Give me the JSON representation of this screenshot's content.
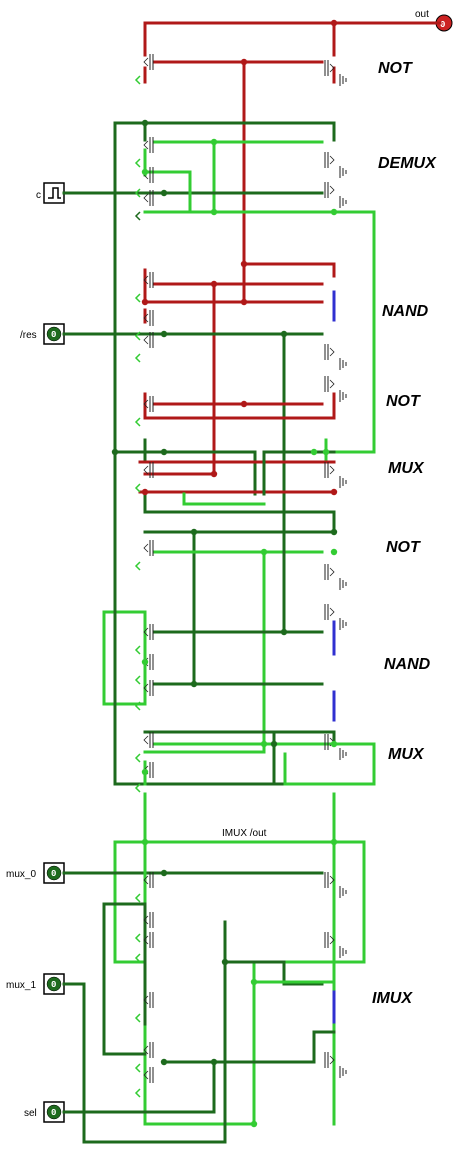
{
  "gate_labels": {
    "not_1": "NOT",
    "demux": "DEMUX",
    "nand_1": "NAND",
    "not_2": "NOT",
    "mux_1": "MUX",
    "not_3": "NOT",
    "nand_2": "NAND",
    "mux_2": "MUX",
    "imux": "IMUX"
  },
  "pins": {
    "out": {
      "label": "out",
      "value": "0"
    },
    "c": {
      "label": "c"
    },
    "res": {
      "label": "/res",
      "value": "0"
    },
    "mux_0": {
      "label": "mux_0",
      "value": "0"
    },
    "mux_1": {
      "label": "mux_1",
      "value": "0"
    },
    "sel": {
      "label": "sel",
      "value": "0"
    }
  },
  "probe_label": "IMUX /out",
  "colors": {
    "red_wire": "#b01818",
    "dark_green_wire": "#1d6a1d",
    "light_green_wire": "#33cc33",
    "blue_wire": "#3030d0",
    "output_pin": "#cc2222"
  }
}
